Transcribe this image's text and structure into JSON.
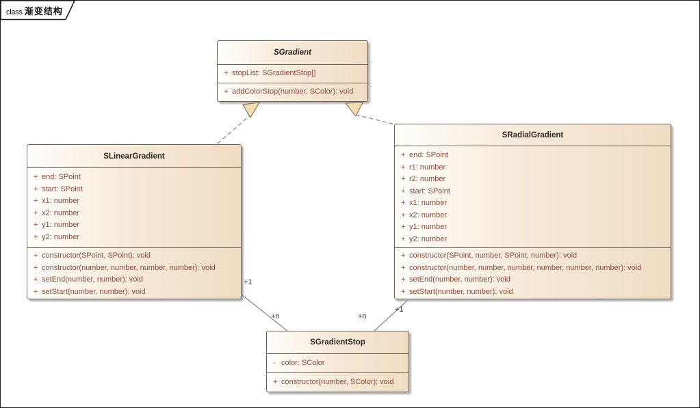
{
  "frame": {
    "keyword": "class",
    "title": "渐变结构"
  },
  "colors": {
    "background": "#FFFFFF",
    "box_fill_left": "#FFFEFB",
    "box_fill_right": "#F0DCC4",
    "box_border": "#6B6455",
    "member_text": "#8A4A3B",
    "title_text": "#2D2A24",
    "connector_line": "#8C8C85",
    "triangle_arrow_fill": "#F5DDB3"
  },
  "classes": {
    "sgradient": {
      "name": "SGradient",
      "abstract": true,
      "attributes": [
        {
          "visibility": "+",
          "signature": "stopList: SGradientStop[]"
        }
      ],
      "operations": [
        {
          "visibility": "+",
          "signature": "addColorStop(number, SColor): void"
        }
      ]
    },
    "slineargradient": {
      "name": "SLinearGradient",
      "abstract": false,
      "attributes": [
        {
          "visibility": "+",
          "signature": "end: SPoint"
        },
        {
          "visibility": "+",
          "signature": "start: SPoint"
        },
        {
          "visibility": "+",
          "signature": "x1: number"
        },
        {
          "visibility": "+",
          "signature": "x2: number"
        },
        {
          "visibility": "+",
          "signature": "y1: number"
        },
        {
          "visibility": "+",
          "signature": "y2: number"
        }
      ],
      "operations": [
        {
          "visibility": "+",
          "signature": "constructor(SPoint, SPoint): void"
        },
        {
          "visibility": "+",
          "signature": "constructor(number, number, number, number): void"
        },
        {
          "visibility": "+",
          "signature": "setEnd(number, number): void"
        },
        {
          "visibility": "+",
          "signature": "setStart(number, number): void"
        }
      ]
    },
    "sradialgradient": {
      "name": "SRadialGradient",
      "abstract": false,
      "attributes": [
        {
          "visibility": "+",
          "signature": "end: SPoint"
        },
        {
          "visibility": "+",
          "signature": "r1: number"
        },
        {
          "visibility": "+",
          "signature": "r2: number"
        },
        {
          "visibility": "+",
          "signature": "start: SPoint"
        },
        {
          "visibility": "+",
          "signature": "x1: number"
        },
        {
          "visibility": "+",
          "signature": "x2: number"
        },
        {
          "visibility": "+",
          "signature": "y1: number"
        },
        {
          "visibility": "+",
          "signature": "y2: number"
        }
      ],
      "operations": [
        {
          "visibility": "+",
          "signature": "constructor(SPoint, number, SPoint, number): void"
        },
        {
          "visibility": "+",
          "signature": "constructor(number, number, number, number, number, number): void"
        },
        {
          "visibility": "+",
          "signature": "setEnd(number, number): void"
        },
        {
          "visibility": "+",
          "signature": "setStart(number, number): void"
        }
      ]
    },
    "sgradientstop": {
      "name": "SGradientStop",
      "abstract": false,
      "attributes": [
        {
          "visibility": "-",
          "signature": "color: SColor"
        }
      ],
      "operations": [
        {
          "visibility": "+",
          "signature": "constructor(number, SColor): void"
        }
      ]
    }
  },
  "relationships": {
    "generalizations": [
      {
        "from": "SLinearGradient",
        "to": "SGradient",
        "line": "dashed",
        "arrow": "hollow-triangle"
      },
      {
        "from": "SRadialGradient",
        "to": "SGradient",
        "line": "dashed",
        "arrow": "hollow-triangle"
      }
    ],
    "associations": [
      {
        "from": "SLinearGradient",
        "to": "SGradientStop",
        "from_label": "+1",
        "to_label": "+n"
      },
      {
        "from": "SRadialGradient",
        "to": "SGradientStop",
        "from_label": "+1",
        "to_label": "+n"
      }
    ]
  }
}
